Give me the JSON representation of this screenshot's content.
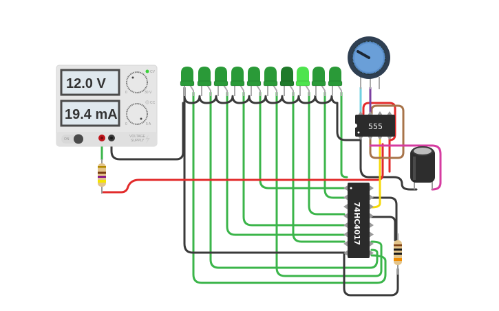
{
  "supply": {
    "voltage": "12.0 V",
    "current": "19.4 mA",
    "on_label": "ON",
    "cv_label": "CV",
    "cc_label": "CC",
    "v_min": "0",
    "v_max": "30 V",
    "i_min": "0",
    "i_max": "5 A",
    "brand_line1": "VOLTAGE",
    "brand_line2": "SUPPLY"
  },
  "chips": {
    "timer_label": "555",
    "counter_label": "74HC4017"
  },
  "leds": {
    "count": 10,
    "lit_index": 7,
    "colors": {
      "on": "#4ee44e",
      "off": "#2a9a38",
      "dark": "#1f7a2a"
    }
  },
  "wires": {
    "green": "#3bb54a",
    "black": "#3a3a3a",
    "red": "#e22b2b",
    "yellow": "#f5d90a",
    "brown": "#a8744a",
    "magenta": "#d63ba0",
    "cyan": "#6fd0e0",
    "purple": "#7b3fa0"
  }
}
